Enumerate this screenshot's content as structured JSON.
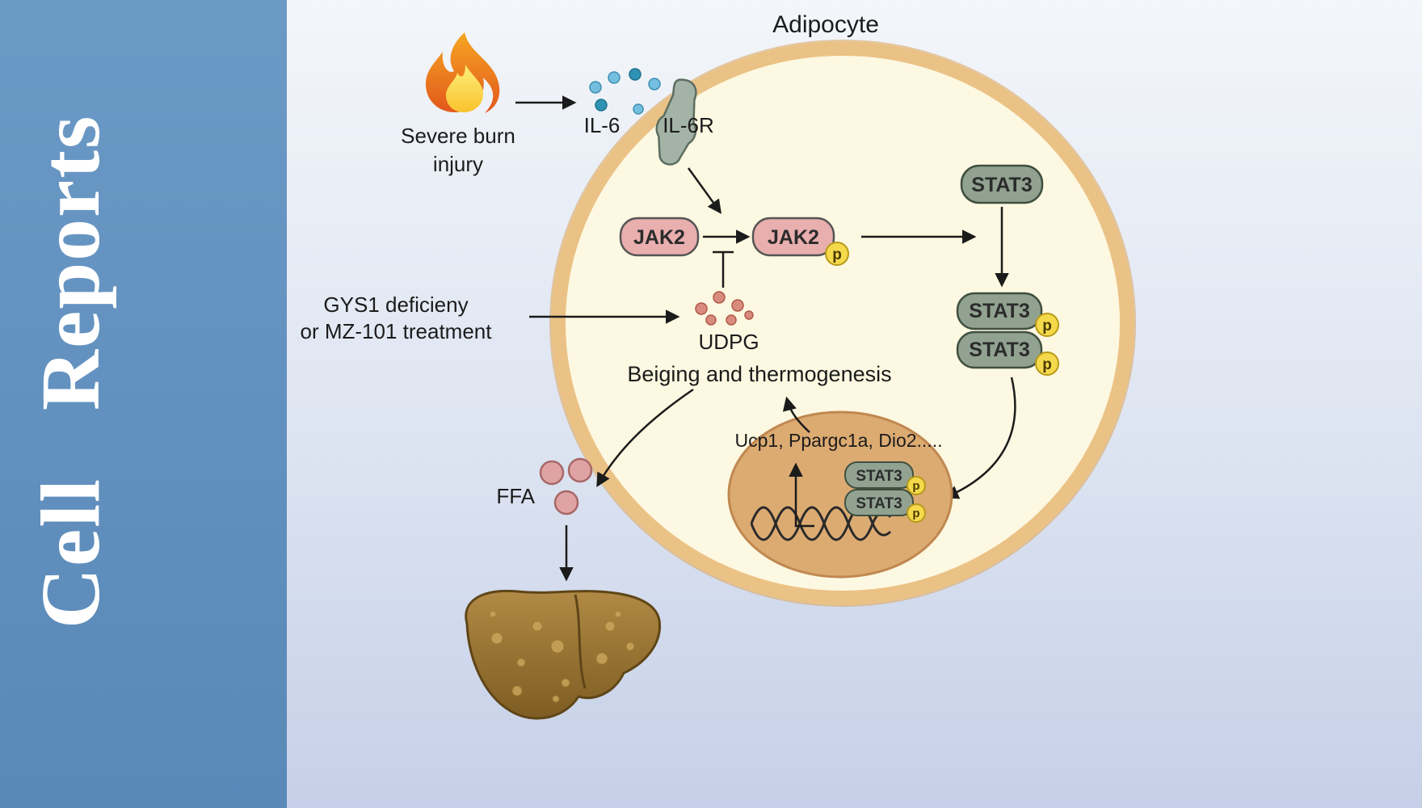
{
  "journal": {
    "name": "Cell Reports"
  },
  "figure": {
    "title": "Adipocyte",
    "burn_label_line1": "Severe burn",
    "burn_label_line2": "injury",
    "il6_label": "IL-6",
    "il6r_label": "IL-6R",
    "jak2_label": "JAK2",
    "jak2p_label": "JAK2",
    "phospho_label": "p",
    "stat3_label": "STAT3",
    "gys1_line1": "GYS1 deficieny",
    "gys1_line2": "or MZ-101 treatment",
    "udpg_label": "UDPG",
    "beiging_label": "Beiging and thermogenesis",
    "genes_label": "Ucp1, Ppargc1a, Dio2.....",
    "ffa_label": "FFA",
    "colors": {
      "sidebar_blue": "#5f8fbd",
      "background_top": "#f3f6fa",
      "background_bottom": "#c5d0e8",
      "cell_fill": "#fdf8e1",
      "cell_border": "#ebc286",
      "jak2_fill": "#e9aeae",
      "stat3_fill": "#91a291",
      "phospho_fill": "#f4d94b",
      "nucleus_fill": "#dcab72",
      "il6_dot_blue": "#74bfdf",
      "udpg_dot_red": "#d98b7e",
      "ffa_fill": "#e0a3a3",
      "liver_brown": "#9a7634"
    }
  }
}
